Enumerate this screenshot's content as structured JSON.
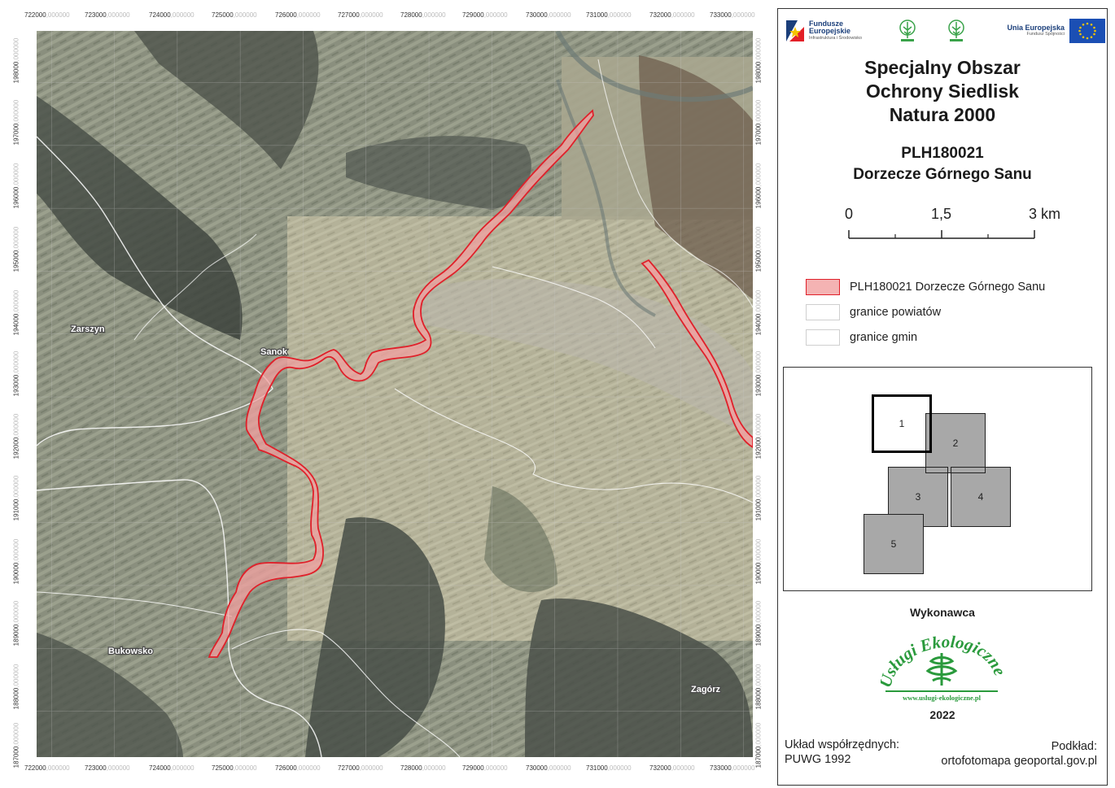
{
  "map": {
    "grid_x_labels": [
      {
        "main": "722000",
        "dim": ",000000"
      },
      {
        "main": "723000",
        "dim": ",000000"
      },
      {
        "main": "724000",
        "dim": ",000000"
      },
      {
        "main": "725000",
        "dim": ",000000"
      },
      {
        "main": "726000",
        "dim": ",000000"
      },
      {
        "main": "727000",
        "dim": ",000000"
      },
      {
        "main": "728000",
        "dim": ",000000"
      },
      {
        "main": "729000",
        "dim": ",000000"
      },
      {
        "main": "730000",
        "dim": ",000000"
      },
      {
        "main": "731000",
        "dim": ",000000"
      },
      {
        "main": "732000",
        "dim": ",000000"
      },
      {
        "main": "733000",
        "dim": ",000000"
      }
    ],
    "grid_y_labels": [
      {
        "main": "198000",
        "dim": ",000000"
      },
      {
        "main": "197000",
        "dim": ",000000"
      },
      {
        "main": "196000",
        "dim": ",000000"
      },
      {
        "main": "195000",
        "dim": ",000000"
      },
      {
        "main": "194000",
        "dim": ",000000"
      },
      {
        "main": "193000",
        "dim": ",000000"
      },
      {
        "main": "192000",
        "dim": ",000000"
      },
      {
        "main": "191000",
        "dim": ",000000"
      },
      {
        "main": "190000",
        "dim": ",000000"
      },
      {
        "main": "189000",
        "dim": ",000000"
      },
      {
        "main": "188000",
        "dim": ",000000"
      },
      {
        "main": "187000",
        "dim": ",000000"
      }
    ],
    "places": {
      "zarszyn": "Zarszyn",
      "sanok": "Sanok",
      "bukowsko": "Bukowsko",
      "zagorz": "Zagórz"
    },
    "colors": {
      "protected_area_fill": "#f2a0a0",
      "protected_area_stroke": "#e0202a",
      "boundary": "#ffffff"
    }
  },
  "panel": {
    "logos": {
      "funds_line1": "Fundusze",
      "funds_line2": "Europejskie",
      "funds_sub": "Infrastruktura i Środowisko",
      "eu_line": "Unia Europejska",
      "eu_sub": "Fundusz Spójności"
    },
    "title": {
      "line1": "Specjalny Obszar",
      "line2": "Ochrony Siedlisk",
      "line3": "Natura 2000",
      "code": "PLH180021",
      "name": "Dorzecze Górnego Sanu"
    },
    "scale": {
      "label_0": "0",
      "label_mid": "1,5",
      "label_end": "3 km"
    },
    "legend": [
      {
        "label": "PLH180021 Dorzecze Górnego Sanu",
        "fill": "#f4b3b3",
        "stroke": "#e0202a"
      },
      {
        "label": "granice powiatów",
        "fill": "#ffffff",
        "stroke": "#cfcfcf"
      },
      {
        "label": "granice gmin",
        "fill": "#ffffff",
        "stroke": "#cfcfcf"
      }
    ],
    "index_sheets": [
      "1",
      "2",
      "3",
      "4",
      "5"
    ],
    "contractor_label": "Wykonawca",
    "eko_logo": {
      "text": "Usługi Ekologiczne",
      "url": "www.uslugi-ekologiczne.pl"
    },
    "year": "2022",
    "coords_line1": "Układ współrzędnych:",
    "coords_line2": "PUWG 1992",
    "source_line1": "Podkład:",
    "source_line2": "ortofotomapa geoportal.gov.pl"
  }
}
